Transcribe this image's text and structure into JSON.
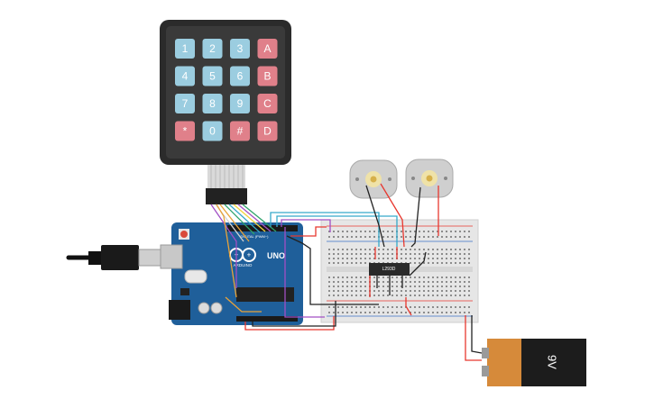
{
  "keypad": {
    "keys": [
      [
        "1",
        "2",
        "3",
        "A"
      ],
      [
        "4",
        "5",
        "6",
        "B"
      ],
      [
        "7",
        "8",
        "9",
        "C"
      ],
      [
        "*",
        "0",
        "#",
        "D"
      ]
    ],
    "colors": {
      "body": "#2b2b2b",
      "number_key": "#9bcde0",
      "letter_key": "#e0808a"
    }
  },
  "arduino": {
    "logo": "ARDUINO",
    "model": "UNO",
    "header_label": "DIGITAL (PWM~)",
    "colors": {
      "board": "#1f5f9a"
    }
  },
  "driver_chip": {
    "label": "L293D"
  },
  "battery": {
    "label": "9V",
    "colors": {
      "body": "#1c1c1c",
      "cap": "#d68a3a"
    }
  },
  "motors": {
    "count": 2
  },
  "wire_colors": [
    "#e8382f",
    "#222222",
    "#a24fc4",
    "#2fa36b",
    "#36a9c9",
    "#e8a33a",
    "#f2d43c",
    "#d4d4d4"
  ]
}
